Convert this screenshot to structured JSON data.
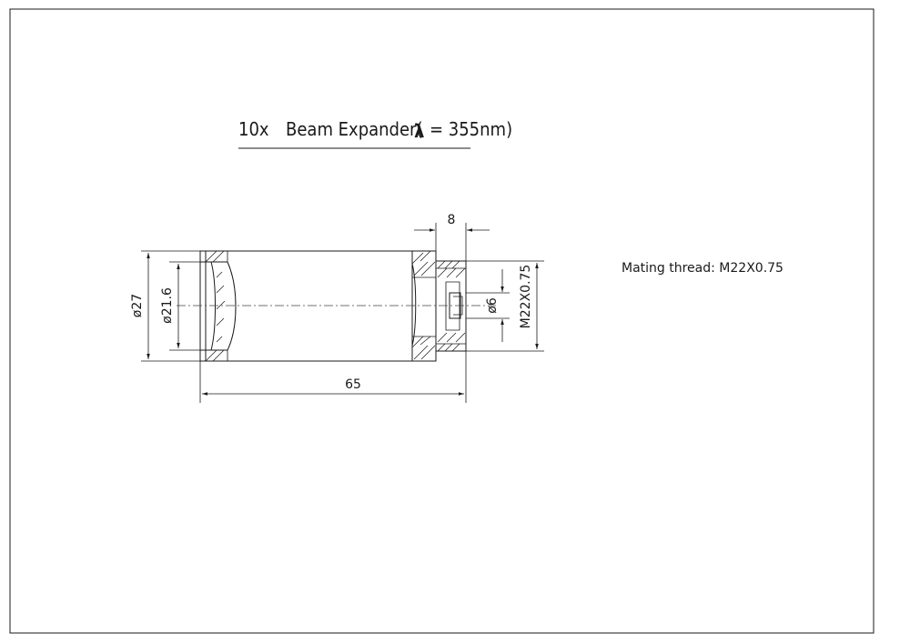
{
  "title": {
    "prefix": "10x",
    "main": "Beam Expander(",
    "symbol": "λ",
    "suffix": "= 355nm)"
  },
  "dimensions": {
    "length": "65",
    "flange_length": "8",
    "outer_diameter": "ø27",
    "aperture_diameter": "ø21.6",
    "input_aperture": "ø6",
    "thread": "M22X0.75"
  },
  "note": "Mating thread: M22X0.75",
  "colors": {
    "line": "#1a1a1a",
    "background": "#ffffff"
  }
}
